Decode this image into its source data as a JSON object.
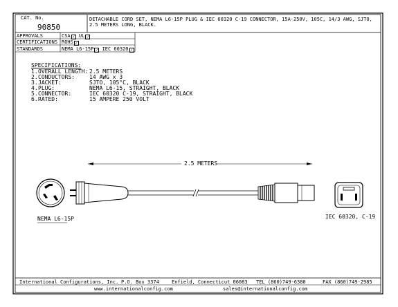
{
  "title_block": {
    "cat_label": "CAT. No.",
    "cat_number": "90850",
    "description": "DETACHABLE CORD SET, NEMA L6-15P PLUG & IEC 60320 C-19 CONNECTOR, 15A-250V, 105C, 14/3 AWG, SJTO, 2.5 METERS LONG, BLACK.",
    "rows": [
      {
        "label": "APPROVALS",
        "items": [
          {
            "text": "CSA",
            "checked": true
          },
          {
            "text": "UL",
            "checked": true
          }
        ]
      },
      {
        "label": "CERTIFICATIONS",
        "items": [
          {
            "text": "ROHS",
            "checked": true
          }
        ]
      },
      {
        "label": "STANDARDS",
        "items": [
          {
            "text": "NEMA L6-15P",
            "checked": true
          },
          {
            "text": "IEC 60320",
            "checked": true
          }
        ]
      }
    ]
  },
  "specifications": {
    "heading": "SPECIFICATIONS:",
    "items": [
      {
        "num": "1.",
        "label": "OVERALL LENGTH:",
        "value": "2.5 METERS"
      },
      {
        "num": "2.",
        "label": "CONDUCTORS:",
        "value": "14 AWG x 3"
      },
      {
        "num": "3.",
        "label": "JACKET:",
        "value": "SJTO, 105°C, BLACK"
      },
      {
        "num": "4.",
        "label": "PLUG:",
        "value": "NEMA L6-15, STRAIGHT, BLACK"
      },
      {
        "num": "5.",
        "label": "CONNECTOR:",
        "value": "IEC 60320 C-19, STRAIGHT, BLACK"
      },
      {
        "num": "6.",
        "label": "RATED:",
        "value": "15 AMPERE 250 VOLT"
      }
    ]
  },
  "drawing": {
    "length_label": "2.5 METERS",
    "plug_label": "NEMA L6-15P",
    "connector_label": "IEC 60320, C-19"
  },
  "footer": {
    "company": "International Configurations, Inc.",
    "po_box": "P.O. Box 3374",
    "city": "Enfield, Connecticut 06083",
    "tel": "TEL (860)749-6380",
    "fax": "FAX (860)749-2985",
    "website": "www.internationalconfig.com",
    "email": "sales@internationalconfig.com"
  }
}
